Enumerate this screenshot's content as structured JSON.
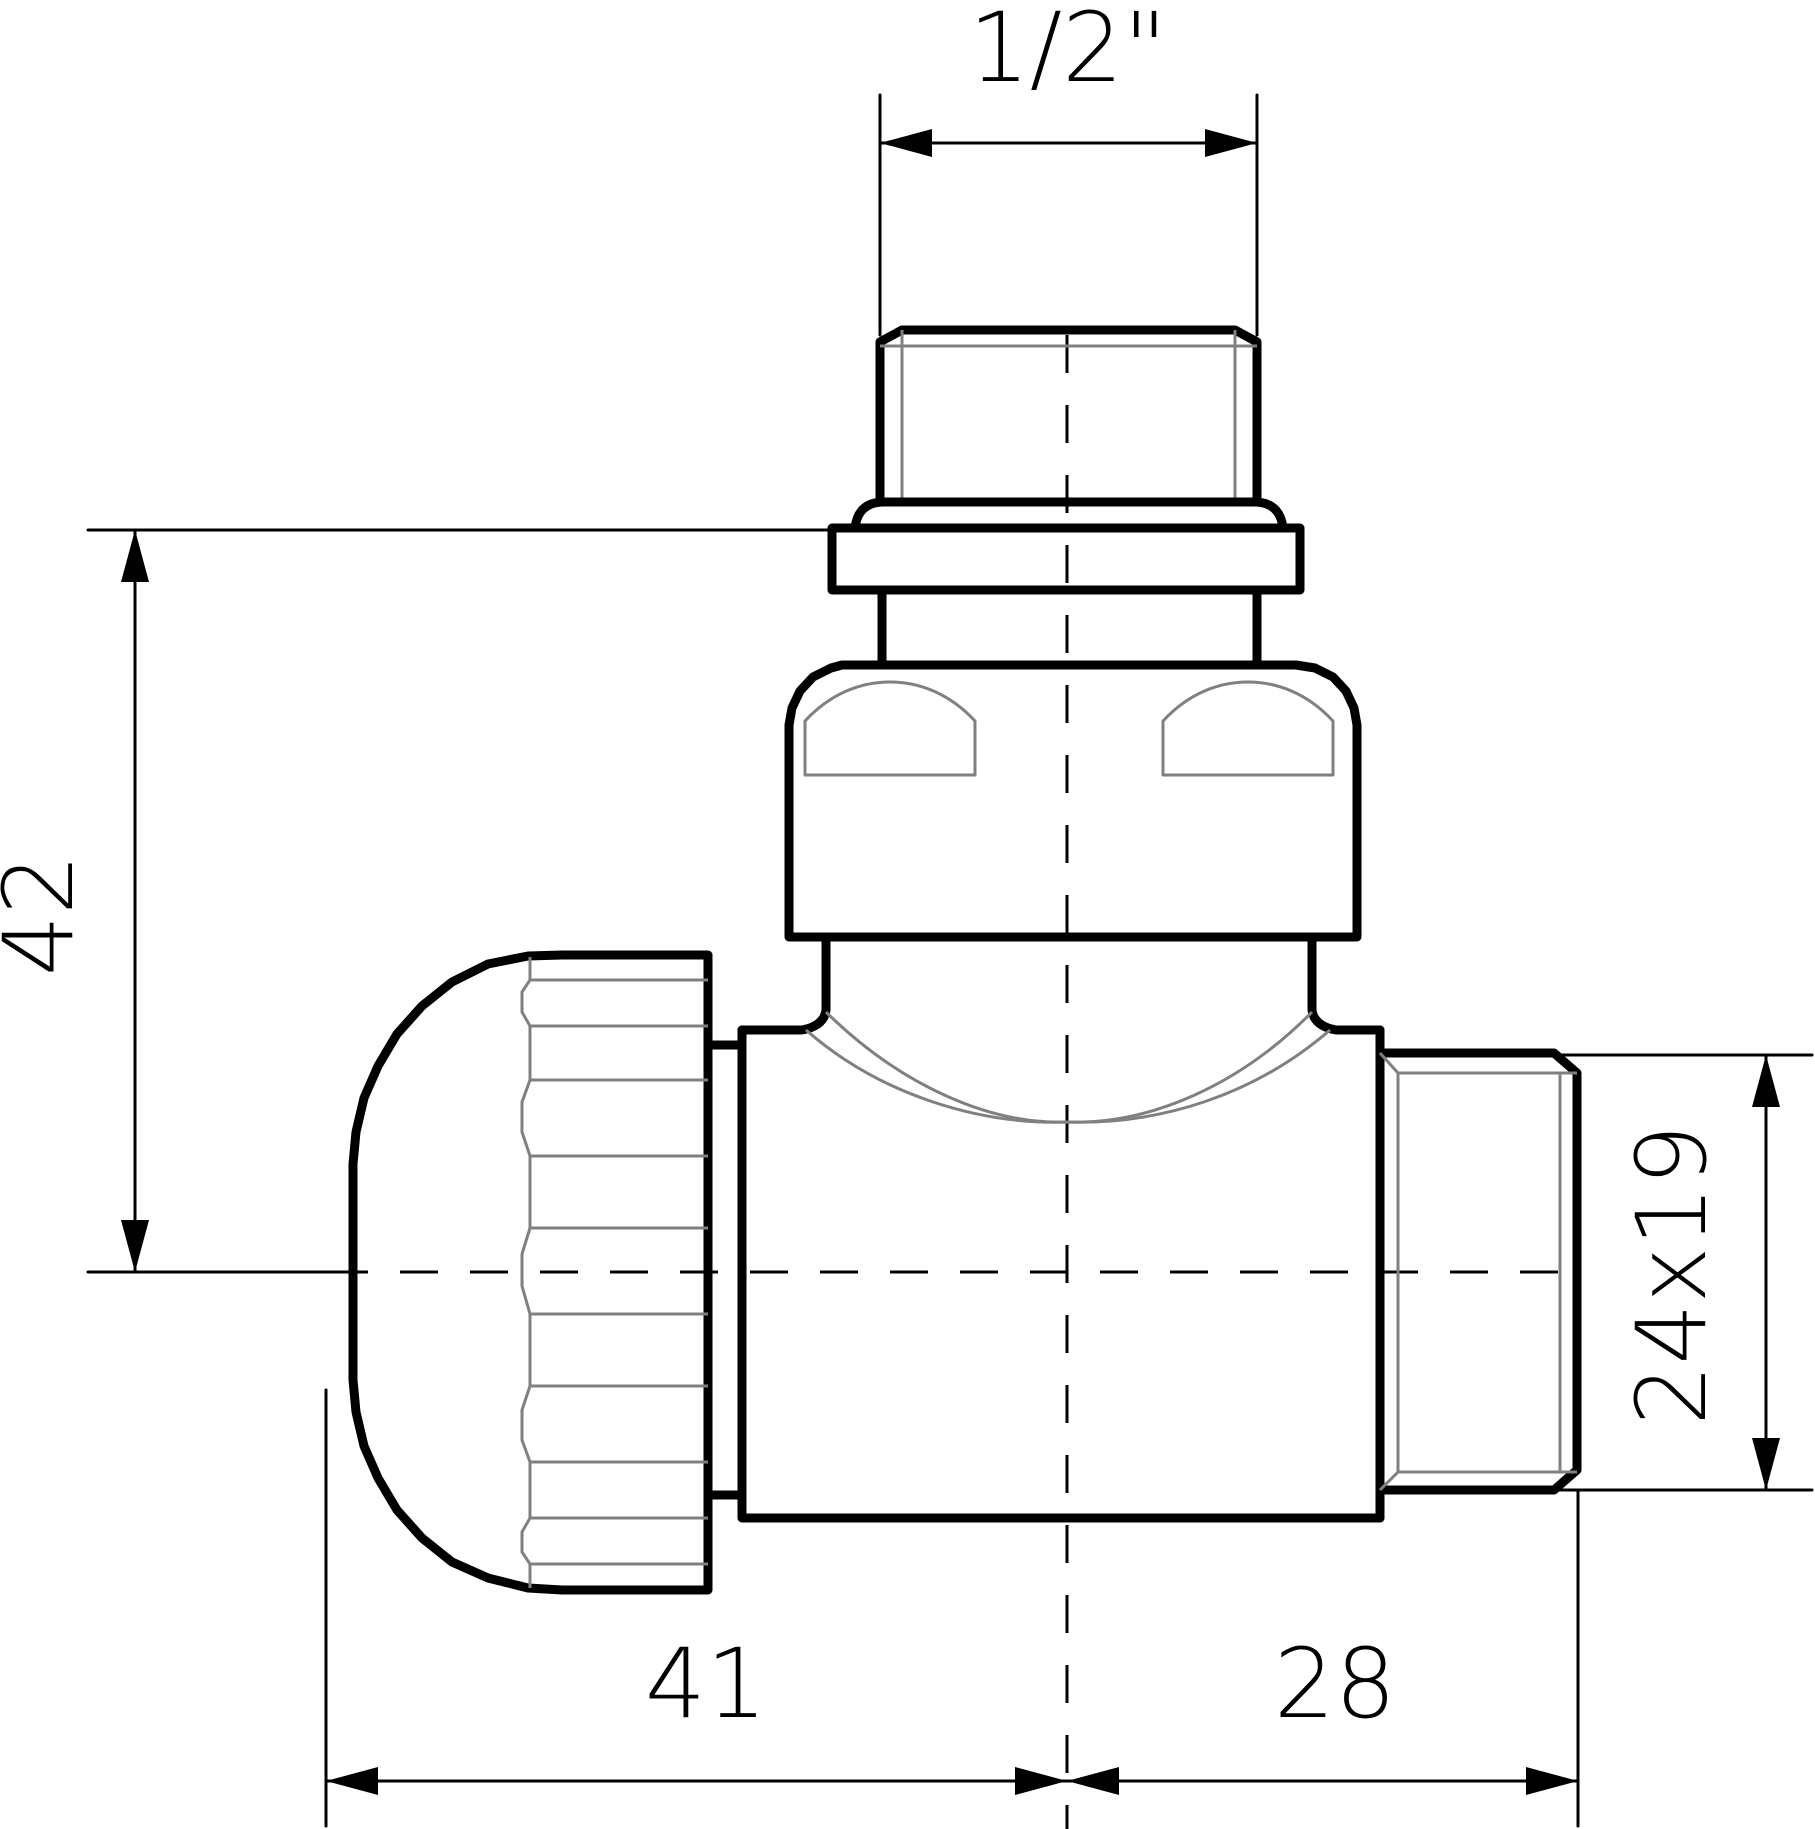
{
  "dimensions": {
    "thread_top": "1/2\"",
    "height": "42",
    "pipe": "24x19",
    "left_width": "41",
    "right_width": "28"
  },
  "colors": {
    "outline": "#000000",
    "hidden_detail": "#808080",
    "background": "#ffffff"
  }
}
